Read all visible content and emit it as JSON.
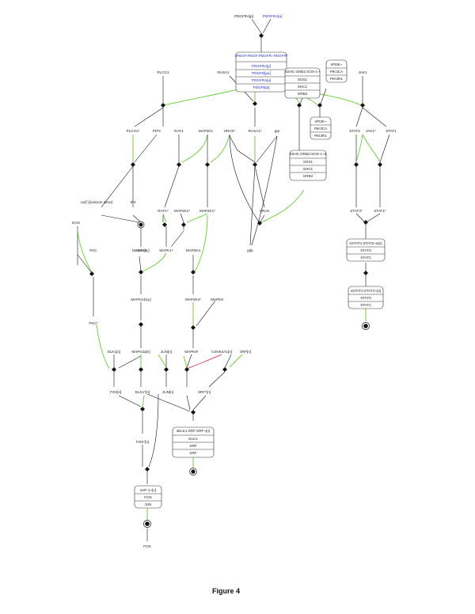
{
  "caption": "Figure 4",
  "labels": {
    "pdgfra_p": "PDGFRA[p]",
    "pdgfra_a": "PDGFRA[a]",
    "plcg1": "PLCG1",
    "rasa1": "RASA1",
    "jak1": "JAK1",
    "plcg1_s": "PLCG1*",
    "pip2": "PIP2",
    "raf1": "RAF1",
    "map2k1": "MAP2K1",
    "hras": "HRAS*",
    "rasa1_s": "RASA1*",
    "gtp": "gtp",
    "stat3": "STAT3",
    "jak1_s": "JAK1*",
    "stat1": "STAT1",
    "ca": "cal(°)[calcium store]",
    "ip3": "IP3",
    "raf1_s": "RAF1*",
    "map2k1_s": "MAP2K1*",
    "map2k1_b": "MAP2K1*",
    "hras2": "HRAS",
    "stat3_s": "STAT3*",
    "stat1_s": "STAT1*",
    "dag": "DAG",
    "cacyt": "ca2+[cy]",
    "gdp": "gdp",
    "pkc": "PKC",
    "map2k3": "MAP2K3",
    "mapk1s": "MAPK1*",
    "map2k4": "MAP2K4",
    "mapk14": "MAPK14[cy]",
    "map2k4s": "MAP2K4*",
    "mapk8": "MAPK8",
    "pkcs": "PKC*",
    "elk1": "ELK1[n]",
    "mapk1a": "MAPK3a[n]",
    "jun": "JUN[n]",
    "mapk8s": "MAPK8*",
    "csnk2a": "CSNK2A1[n]",
    "srf": "SRF[n]",
    "fos_n": "FOS[n]",
    "elk1_s": "ELK1*[n]",
    "jun_s": "JUN[n]",
    "srf_s": "SRF*[n]",
    "fos_p": "FOS*[n]",
    "fos_out": "FOS"
  },
  "boxes": {
    "pdgf": {
      "title": "sPDGF:PDGF:PDGFR:‑PDGFR*",
      "rows": [
        "PDGFRA[p]",
        "PDGFB[pa]",
        "PDGFRA[a]",
        "PDGFB[a]"
      ]
    },
    "shc": {
      "title": "sSHC:GRB2:SOS-1~",
      "rows": [
        "SOS1",
        "SHC1",
        "GRB2"
      ]
    },
    "pi3k": {
      "title": "sPI3K~",
      "rows": [
        "PIK3CA",
        "PIK3R1"
      ]
    },
    "pi3k2": {
      "title": "sPI3K~",
      "rows": [
        "PIK3CA",
        "PIK3R1"
      ]
    },
    "shc2": {
      "title": "sSHC:GRB2:SOS-1~a",
      "rows": [
        "SOS1",
        "SHC1",
        "GRB2"
      ]
    },
    "stat13": {
      "title": "sSTAT1:STAT3~a[n]",
      "rows": [
        "STAT3",
        "STAT1"
      ]
    },
    "stat13b": {
      "title": "sSTAT1:STAT3~[n]",
      "rows": [
        "STAT3",
        "STAT1"
      ]
    },
    "elksrf": {
      "title": "sELK1:SRF:SRF~[n]",
      "rows": [
        "ELK1",
        "SRF",
        "SRF"
      ]
    },
    "ap1": {
      "title": "sAP-1~[n]",
      "rows": [
        "FOS",
        "JUN"
      ]
    }
  }
}
